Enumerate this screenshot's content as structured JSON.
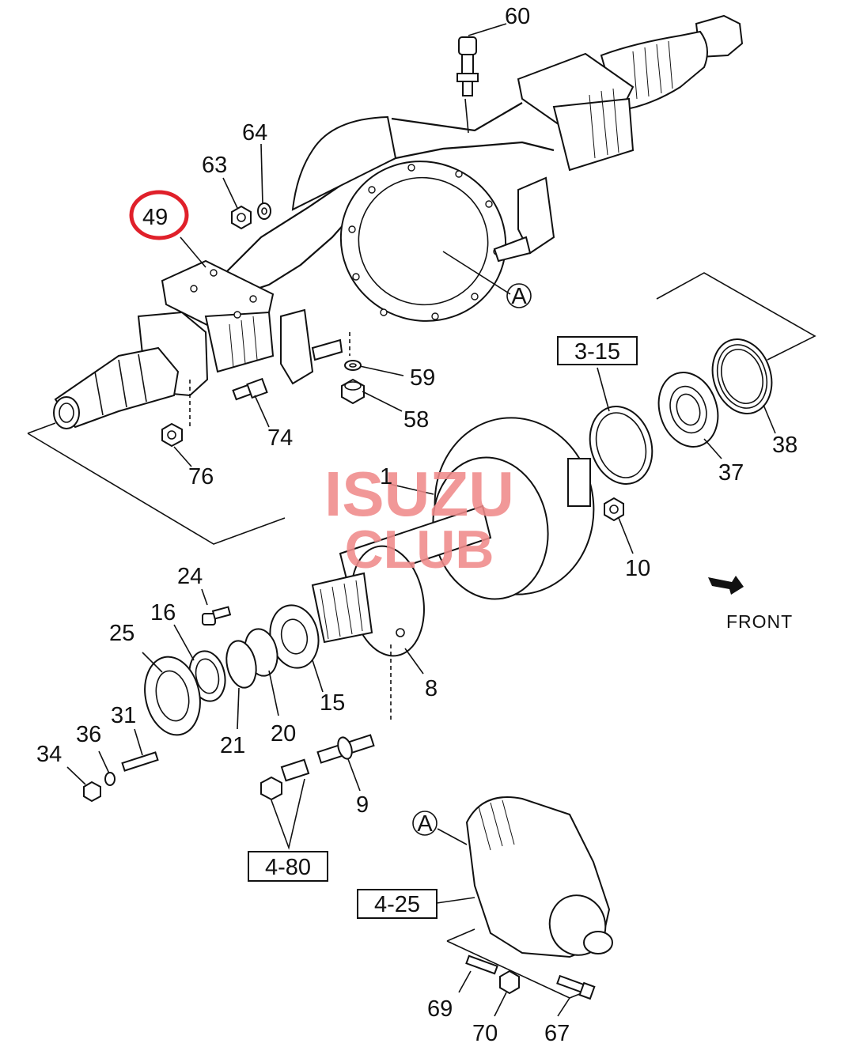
{
  "callouts": {
    "c60": "60",
    "c64": "64",
    "c63": "63",
    "c49": "49",
    "cA1": "A",
    "c59": "59",
    "c58": "58",
    "c74": "74",
    "c76": "76",
    "c315": "3-15",
    "c38": "38",
    "c37": "37",
    "c1": "1",
    "c10": "10",
    "c24": "24",
    "c16": "16",
    "c25": "25",
    "c15": "15",
    "c8": "8",
    "c20": "20",
    "c21": "21",
    "c31": "31",
    "c36": "36",
    "c34": "34",
    "c9": "9",
    "c480": "4-80",
    "cA2": "A",
    "c425": "4-25",
    "c69": "69",
    "c70": "70",
    "c67": "67"
  },
  "front_label": "FRONT",
  "watermark": {
    "line1": "ISUZU",
    "line2": "CLUB"
  },
  "colors": {
    "highlight": "#e0202a",
    "watermark": "#f08a8a",
    "ink": "#111111"
  }
}
